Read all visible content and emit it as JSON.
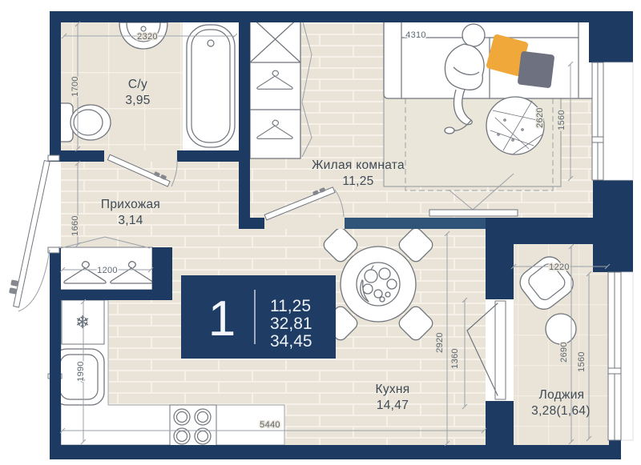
{
  "floorplan": {
    "badge": {
      "rooms_count": "1",
      "areas": [
        "11,25",
        "32,81",
        "34,45"
      ]
    },
    "rooms": [
      {
        "name": "С/у",
        "area": "3,95"
      },
      {
        "name": "Прихожая",
        "area": "3,14"
      },
      {
        "name": "Жилая комната",
        "area": "11,25"
      },
      {
        "name": "Кухня",
        "area": "14,47"
      },
      {
        "name": "Лоджия",
        "area": "3,28(1,64)"
      }
    ],
    "dims": {
      "d2320": "2320",
      "d1700": "1700",
      "d1660": "1660",
      "d1200": "1200",
      "d1990": "1990",
      "d5440": "5440",
      "d2920": "2920",
      "d1360": "1360",
      "d4310": "4310",
      "d2620": "2620",
      "d1560_living": "1560",
      "d1220": "1220",
      "d2690": "2690",
      "d1560_loggia": "1560"
    },
    "glyphs": {
      "fridge": "❄"
    },
    "colors": {
      "wall": "#1D3B62",
      "wall_light": "#2F5478",
      "floor": "#EAE4D8",
      "pillow_yellow": "#F1A83B",
      "pillow_gray": "#6E7280",
      "badge_bg": "#1E3C64"
    }
  }
}
